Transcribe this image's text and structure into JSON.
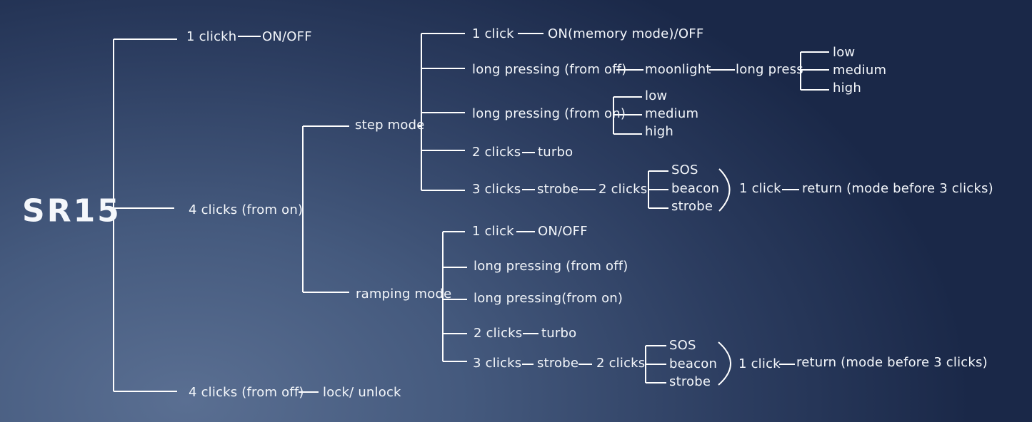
{
  "title": "SR15",
  "root": {
    "click1": "1 clickh",
    "click1_result": "ON/OFF",
    "clicks4_on": "4 clicks (from on)",
    "clicks4_off": "4 clicks (from off)",
    "clicks4_off_result": "lock/ unlock"
  },
  "step_mode": {
    "label": "step mode",
    "click1": "1 click",
    "click1_result": "ON(memory mode)/OFF",
    "long_off": "long pressing (from off)",
    "moonlight": "moonlight",
    "long_press": "long press",
    "moon_levels": [
      "low",
      "medium",
      "high"
    ],
    "long_on": "long pressing (from on)",
    "on_levels": [
      "low",
      "medium",
      "high"
    ],
    "clicks2": "2 clicks",
    "turbo": "turbo",
    "clicks3": "3 clicks",
    "strobe": "strobe",
    "sub_clicks2": "2 clicks",
    "special": [
      "SOS",
      "beacon",
      "strobe"
    ],
    "return_click": "1 click",
    "return_text": "return (mode before 3 clicks)"
  },
  "ramping_mode": {
    "label": "ramping mode",
    "click1": "1 click",
    "click1_result": "ON/OFF",
    "long_off": "long pressing (from off)",
    "long_on": "long pressing(from on)",
    "clicks2": "2 clicks",
    "turbo": "turbo",
    "clicks3": "3 clicks",
    "strobe": "strobe",
    "sub_clicks2": "2 clicks",
    "special": [
      "SOS",
      "beacon",
      "strobe"
    ],
    "return_click": "1 click",
    "return_text": "return (mode before 3 clicks)"
  }
}
